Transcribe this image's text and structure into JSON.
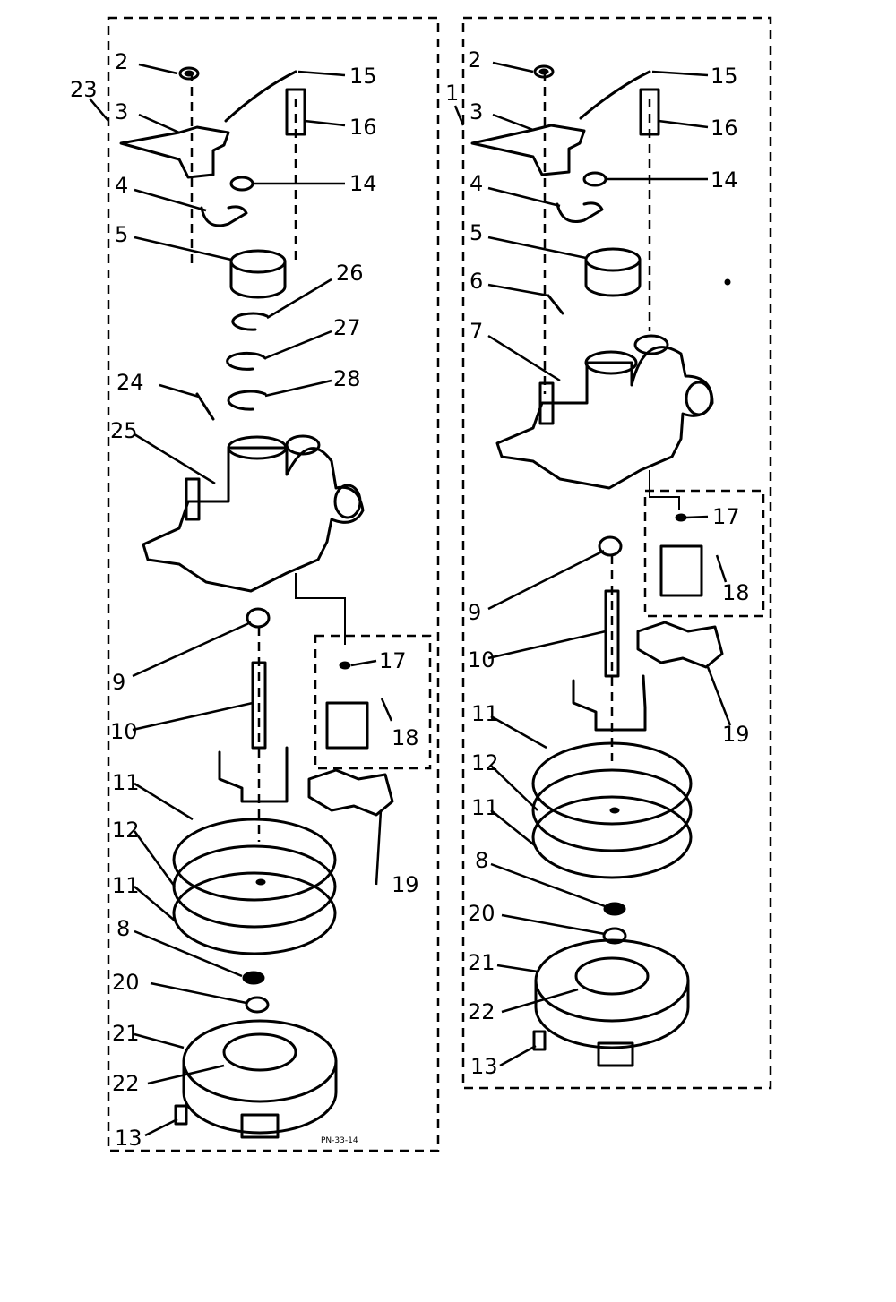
{
  "left_panel": {
    "assembly_label": "23",
    "footnote": "PN-33-14",
    "callouts": [
      "2",
      "15",
      "3",
      "16",
      "14",
      "4",
      "5",
      "26",
      "27",
      "24",
      "28",
      "25",
      "9",
      "17",
      "10",
      "18",
      "11",
      "12",
      "11",
      "8",
      "19",
      "20",
      "21",
      "22",
      "13"
    ]
  },
  "right_panel": {
    "assembly_label": "1",
    "callouts": [
      "2",
      "15",
      "3",
      "16",
      "14",
      "4",
      "5",
      "6",
      "7",
      "17",
      "9",
      "18",
      "10",
      "19",
      "11",
      "12",
      "11",
      "8",
      "20",
      "21",
      "22",
      "13"
    ]
  }
}
